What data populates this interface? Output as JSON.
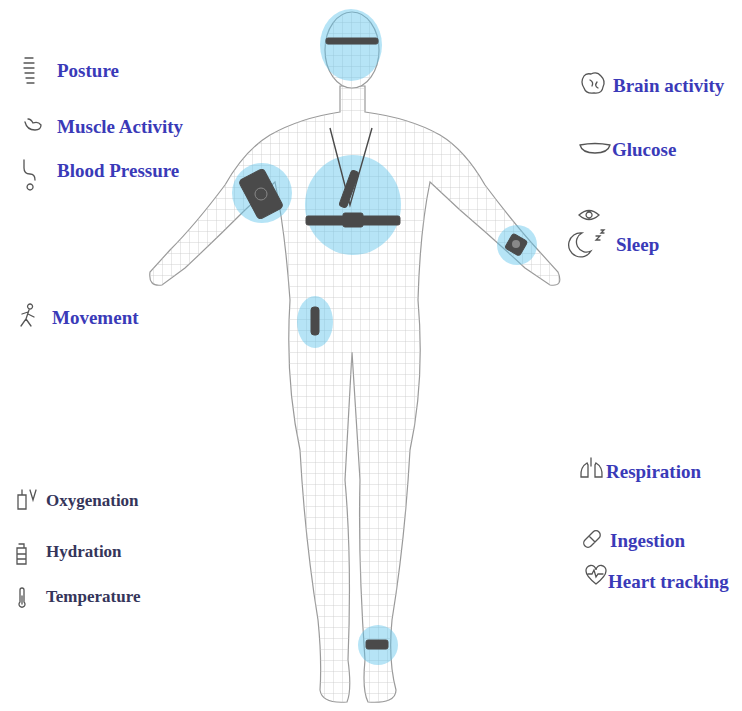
{
  "diagram": {
    "labels": [
      "Posture",
      "Muscle Activity",
      "Blood Pressure",
      "Movement",
      "Oxygenation",
      "Hydration",
      "Temperature",
      "Brain activity",
      "Glucose",
      "Sleep",
      "Respiration",
      "Ingestion",
      "Heart tracking"
    ]
  }
}
